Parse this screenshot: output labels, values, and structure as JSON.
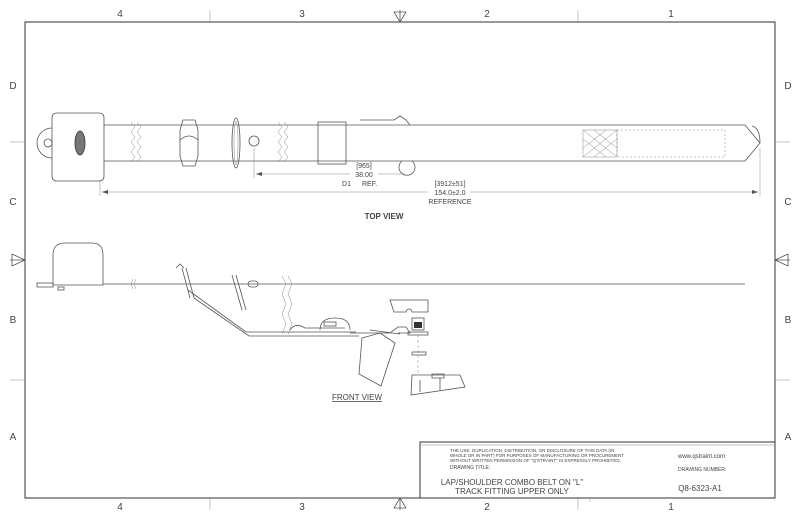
{
  "zones": {
    "columns": [
      "4",
      "3",
      "2",
      "1"
    ],
    "rows": [
      "D",
      "C",
      "B",
      "A"
    ]
  },
  "top_view": {
    "label": "TOP VIEW",
    "dim1": {
      "metric": "[965]",
      "value": "38.00",
      "tag": "D1",
      "note": "REF."
    },
    "dim2": {
      "metric": "[3912±51]",
      "value": "154.0±2.0",
      "note": "REFERENCE"
    }
  },
  "front_view": {
    "label": "FRONT VIEW"
  },
  "title_block": {
    "notice_lines": [
      "THE USE, DUPLICATION, DISTRIBUTION, OR DISCLOSURE OF THIS DATA (IN",
      "WHOLE OR IN PART) FOR PURPOSES OF MANUFACTURING OR PROCUREMENT",
      "WITHOUT WRITTEN PERMISSION OF \"Q'STRAINT\" IS EXPRESSLY PROHIBITED."
    ],
    "website": "www.qstraint.com",
    "drawing_title_label": "DRAWING TITLE:",
    "drawing_title_lines": [
      "LAP/SHOULDER COMBO BELT ON \"L\"",
      "TRACK FITTING UPPER ONLY"
    ],
    "drawing_number_label": "DRAWING NUMBER:",
    "drawing_number": "Q8-6323-A1"
  }
}
